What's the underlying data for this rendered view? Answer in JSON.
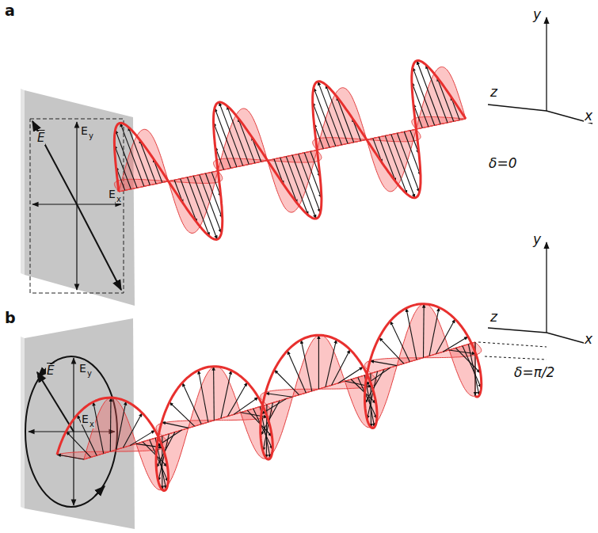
{
  "diagram": {
    "labels": [
      "a",
      "y",
      "z",
      "x",
      "δ=0",
      "E",
      "E",
      "y",
      "E",
      "x",
      "b",
      "y",
      "z",
      "x",
      "δ=π/2",
      "E",
      "E",
      "y",
      "E",
      "x"
    ]
  }
}
